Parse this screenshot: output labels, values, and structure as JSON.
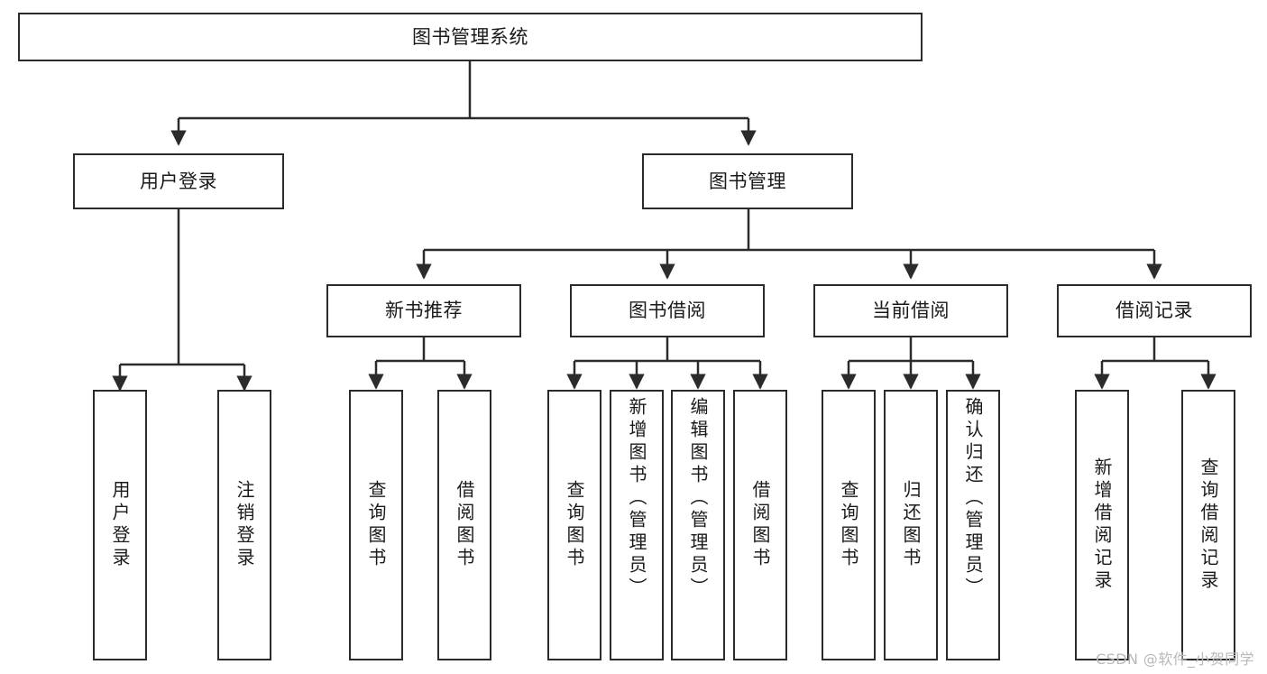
{
  "diagram": {
    "title": "图书管理系统",
    "watermark": "CSDN @软件_小贺同学",
    "type": "tree-hierarchy-diagram",
    "line_color": "#2b2b2b",
    "box_fill": "#ffffff",
    "text_color": "#1a1a1a",
    "nodes": {
      "root": {
        "label": "图书管理系统"
      },
      "level2": [
        {
          "label": "用户登录"
        },
        {
          "label": "图书管理"
        }
      ],
      "level3": [
        {
          "label": "新书推荐"
        },
        {
          "label": "图书借阅"
        },
        {
          "label": "当前借阅"
        },
        {
          "label": "借阅记录"
        }
      ],
      "leaves": {
        "user_login": [
          {
            "label": "用户登录"
          },
          {
            "label": "注销登录"
          }
        ],
        "new_book_recommend": [
          {
            "label": "查询图书"
          },
          {
            "label": "借阅图书"
          }
        ],
        "book_borrow": [
          {
            "label": "查询图书"
          },
          {
            "label": "新增图书（管理员）"
          },
          {
            "label": "编辑图书（管理员）"
          },
          {
            "label": "借阅图书"
          }
        ],
        "current_borrow": [
          {
            "label": "查询图书"
          },
          {
            "label": "归还图书"
          },
          {
            "label": "确认归还（管理员）"
          }
        ],
        "borrow_record": [
          {
            "label": "新增借阅记录"
          },
          {
            "label": "查询借阅记录"
          }
        ]
      }
    }
  }
}
